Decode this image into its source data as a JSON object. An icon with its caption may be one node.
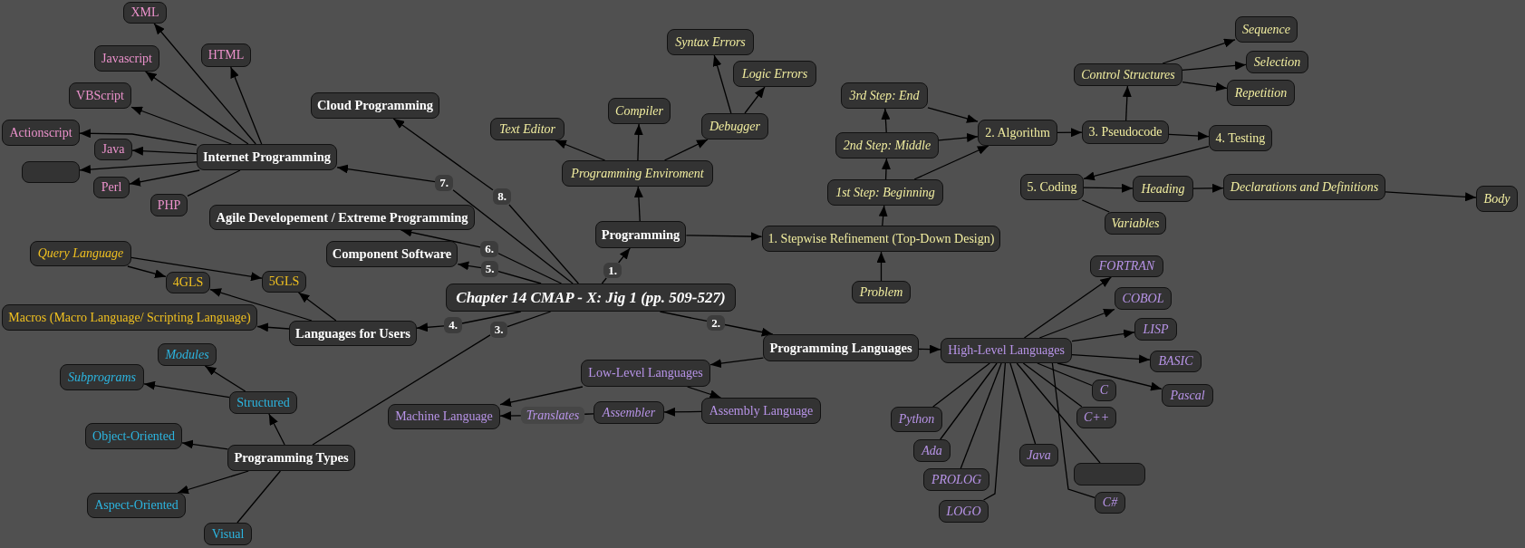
{
  "diagram": {
    "nodes": [
      {
        "text": [
          "Chapter 14 CMAP - X: Jig 1 (pp. 509-527)"
        ]
      },
      {
        "text": [
          "1."
        ]
      },
      {
        "text": [
          "Programming"
        ]
      },
      {
        "text": [
          "Programming Enviroment"
        ]
      },
      {
        "text": [
          "Text Editor"
        ]
      },
      {
        "text": [
          "Compiler"
        ]
      },
      {
        "text": [
          "Debugger"
        ]
      },
      {
        "text": [
          "Syntax Errors"
        ]
      },
      {
        "text": [
          "Logic Errors"
        ]
      },
      {
        "text": [
          "1. Stepwise Refinement (Top-Down Design)"
        ]
      },
      {
        "text": [
          "Problem"
        ]
      },
      {
        "text": [
          "1st Step: Beginning"
        ]
      },
      {
        "text": [
          "2nd Step: Middle"
        ]
      },
      {
        "text": [
          "3rd Step: End"
        ]
      },
      {
        "text": [
          "2. Algorithm"
        ]
      },
      {
        "text": [
          "3. Pseudocode"
        ]
      },
      {
        "text": [
          "Control Structures"
        ]
      },
      {
        "text": [
          "Sequence"
        ]
      },
      {
        "text": [
          "Selection"
        ]
      },
      {
        "text": [
          "Repetition"
        ]
      },
      {
        "text": [
          "4. Testing"
        ]
      },
      {
        "text": [
          "5. Coding"
        ]
      },
      {
        "text": [
          "Heading"
        ]
      },
      {
        "text": [
          "Declarations and Definitions"
        ]
      },
      {
        "text": [
          "Body"
        ]
      },
      {
        "text": [
          "Variables"
        ]
      },
      {
        "text": [
          "2."
        ]
      },
      {
        "text": [
          "Programming Languages"
        ]
      },
      {
        "text": [
          "Low-Level Languages"
        ]
      },
      {
        "text": [
          "Machine Language"
        ]
      },
      {
        "text": [
          "Translates"
        ]
      },
      {
        "text": [
          "Assembler"
        ]
      },
      {
        "text": [
          "Assembly Language"
        ]
      },
      {
        "text": [
          "High-Level Languages"
        ]
      },
      {
        "text": [
          "FORTRAN"
        ]
      },
      {
        "text": [
          "COBOL"
        ]
      },
      {
        "text": [
          "LISP"
        ]
      },
      {
        "text": [
          "BASIC"
        ]
      },
      {
        "text": [
          "C"
        ]
      },
      {
        "text": [
          "Pascal"
        ]
      },
      {
        "text": [
          "C++"
        ]
      },
      {
        "text": [
          "Python"
        ]
      },
      {
        "text": [
          "Ada"
        ]
      },
      {
        "text": [
          "Java"
        ]
      },
      {
        "text": [],
        "shape": "box"
      },
      {
        "text": [
          "PROLOG"
        ]
      },
      {
        "text": [
          "LOGO"
        ]
      },
      {
        "text": [
          "C#"
        ]
      },
      {
        "text": [
          "3."
        ]
      },
      {
        "text": [
          "Programming Types"
        ]
      },
      {
        "text": [
          "Structured"
        ]
      },
      {
        "text": [
          "Modules"
        ]
      },
      {
        "text": [
          "Subprograms"
        ]
      },
      {
        "text": [
          "Object-Oriented"
        ]
      },
      {
        "text": [
          "Aspect-Oriented"
        ]
      },
      {
        "text": [
          "Visual"
        ]
      },
      {
        "text": [
          "4."
        ]
      },
      {
        "text": [
          "Languages for Users"
        ]
      },
      {
        "text": [
          "Query Language"
        ]
      },
      {
        "text": [
          "4GLS"
        ]
      },
      {
        "text": [
          "5GLS"
        ]
      },
      {
        "text": [
          "Macros (Macro Language/ Scripting Language)"
        ]
      },
      {
        "text": [
          "5."
        ]
      },
      {
        "text": [
          "Component Software"
        ]
      },
      {
        "text": [
          "6."
        ]
      },
      {
        "text": [
          "Agile Developement / Extreme Programming"
        ]
      },
      {
        "text": [
          "7."
        ]
      },
      {
        "text": [
          "Internet Programming"
        ]
      },
      {
        "text": [
          "XML"
        ]
      },
      {
        "text": [
          "HTML"
        ]
      },
      {
        "text": [
          "Javascript"
        ]
      },
      {
        "text": [
          "VBScript"
        ]
      },
      {
        "text": [
          "Actionscript"
        ]
      },
      {
        "text": [
          "Java"
        ]
      },
      {
        "text": [],
        "shape": "box"
      },
      {
        "text": [
          "Perl"
        ]
      },
      {
        "text": [
          "PHP"
        ]
      },
      {
        "text": [
          "8."
        ]
      },
      {
        "text": [
          "Cloud Programming"
        ]
      }
    ],
    "edges": [
      {
        "from": 0,
        "to": 1,
        "arrow": "none"
      },
      {
        "from": 1,
        "to": 2,
        "arrow": "to"
      },
      {
        "from": 2,
        "to": 3,
        "arrow": "to"
      },
      {
        "from": 3,
        "to": 4,
        "arrow": "to"
      },
      {
        "from": 3,
        "to": 5,
        "arrow": "to"
      },
      {
        "from": 3,
        "to": 6,
        "arrow": "to"
      },
      {
        "from": 6,
        "to": 7,
        "arrow": "to"
      },
      {
        "from": 6,
        "to": 8,
        "arrow": "to"
      },
      {
        "from": 2,
        "to": 9,
        "arrow": "to"
      },
      {
        "from": 10,
        "to": 9,
        "arrow": "to"
      },
      {
        "from": 9,
        "to": 11,
        "arrow": "to"
      },
      {
        "from": 11,
        "to": 12,
        "arrow": "to"
      },
      {
        "from": 12,
        "to": 13,
        "arrow": "to"
      },
      {
        "from": 11,
        "to": 14,
        "arrow": "to"
      },
      {
        "from": 12,
        "to": 14,
        "arrow": "to"
      },
      {
        "from": 13,
        "to": 14,
        "arrow": "to"
      },
      {
        "from": 14,
        "to": 15,
        "arrow": "to"
      },
      {
        "from": 15,
        "to": 16,
        "arrow": "to"
      },
      {
        "from": 16,
        "to": 17,
        "arrow": "to"
      },
      {
        "from": 16,
        "to": 18,
        "arrow": "to"
      },
      {
        "from": 16,
        "to": 19,
        "arrow": "to"
      },
      {
        "from": 15,
        "to": 20,
        "arrow": "to"
      },
      {
        "from": 20,
        "to": 21,
        "arrow": "to"
      },
      {
        "from": 21,
        "to": 22,
        "arrow": "to"
      },
      {
        "from": 22,
        "to": 23,
        "arrow": "to"
      },
      {
        "from": 23,
        "to": 24,
        "arrow": "to"
      },
      {
        "from": 21,
        "to": 25,
        "arrow": "none"
      },
      {
        "from": 0,
        "to": 26,
        "arrow": "none"
      },
      {
        "from": 26,
        "to": 27,
        "arrow": "to"
      },
      {
        "from": 27,
        "to": 33,
        "arrow": "to"
      },
      {
        "from": 27,
        "to": 28,
        "arrow": "to"
      },
      {
        "from": 28,
        "to": 29,
        "arrow": "to"
      },
      {
        "from": 28,
        "to": 32,
        "arrow": "to"
      },
      {
        "from": 32,
        "to": 31,
        "arrow": "to"
      },
      {
        "from": 31,
        "to": 30,
        "arrow": "none"
      },
      {
        "from": 30,
        "to": 29,
        "arrow": "to"
      },
      {
        "from": 33,
        "to": 34,
        "arrow": "to"
      },
      {
        "from": 33,
        "to": 35,
        "arrow": "to"
      },
      {
        "from": 33,
        "to": 36,
        "arrow": "to"
      },
      {
        "from": 33,
        "to": 37,
        "arrow": "to"
      },
      {
        "from": 33,
        "to": 38,
        "arrow": "none"
      },
      {
        "from": 33,
        "to": 39,
        "arrow": "to"
      },
      {
        "from": 33,
        "to": 40,
        "arrow": "none"
      },
      {
        "from": 33,
        "to": 41,
        "arrow": "none"
      },
      {
        "from": 33,
        "to": 42,
        "arrow": "none"
      },
      {
        "from": 33,
        "to": 43,
        "arrow": "none"
      },
      {
        "from": 33,
        "to": 44,
        "arrow": "none"
      },
      {
        "from": 33,
        "to": 45,
        "arrow": "none"
      },
      {
        "from": 33,
        "to": 46,
        "arrow": "none"
      },
      {
        "from": 33,
        "to": 47,
        "arrow": "none"
      },
      {
        "from": 0,
        "to": 48,
        "arrow": "none"
      },
      {
        "from": 48,
        "to": 49,
        "arrow": "none"
      },
      {
        "from": 49,
        "to": 50,
        "arrow": "to"
      },
      {
        "from": 50,
        "to": 51,
        "arrow": "to"
      },
      {
        "from": 50,
        "to": 52,
        "arrow": "to"
      },
      {
        "from": 49,
        "to": 53,
        "arrow": "to"
      },
      {
        "from": 49,
        "to": 54,
        "arrow": "to"
      },
      {
        "from": 49,
        "to": 55,
        "arrow": "none"
      },
      {
        "from": 0,
        "to": 56,
        "arrow": "none"
      },
      {
        "from": 56,
        "to": 57,
        "arrow": "to"
      },
      {
        "from": 57,
        "to": 61,
        "arrow": "to"
      },
      {
        "from": 57,
        "to": 59,
        "arrow": "to"
      },
      {
        "from": 57,
        "to": 60,
        "arrow": "to"
      },
      {
        "from": 58,
        "to": 59,
        "arrow": "to"
      },
      {
        "from": 58,
        "to": 60,
        "arrow": "to"
      },
      {
        "from": 0,
        "to": 62,
        "arrow": "none"
      },
      {
        "from": 62,
        "to": 63,
        "arrow": "to"
      },
      {
        "from": 0,
        "to": 64,
        "arrow": "none"
      },
      {
        "from": 64,
        "to": 65,
        "arrow": "to"
      },
      {
        "from": 0,
        "to": 66,
        "arrow": "none"
      },
      {
        "from": 66,
        "to": 67,
        "arrow": "to"
      },
      {
        "from": 67,
        "to": 68,
        "arrow": "to"
      },
      {
        "from": 67,
        "to": 69,
        "arrow": "to"
      },
      {
        "from": 67,
        "to": 70,
        "arrow": "to"
      },
      {
        "from": 67,
        "to": 71,
        "arrow": "to"
      },
      {
        "from": 67,
        "to": 72,
        "arrow": "to"
      },
      {
        "from": 67,
        "to": 73,
        "arrow": "to"
      },
      {
        "from": 67,
        "to": 74,
        "arrow": "to"
      },
      {
        "from": 67,
        "to": 75,
        "arrow": "to"
      },
      {
        "from": 67,
        "to": 76,
        "arrow": "none"
      },
      {
        "from": 0,
        "to": 77,
        "arrow": "none"
      },
      {
        "from": 77,
        "to": 78,
        "arrow": "to"
      }
    ]
  }
}
